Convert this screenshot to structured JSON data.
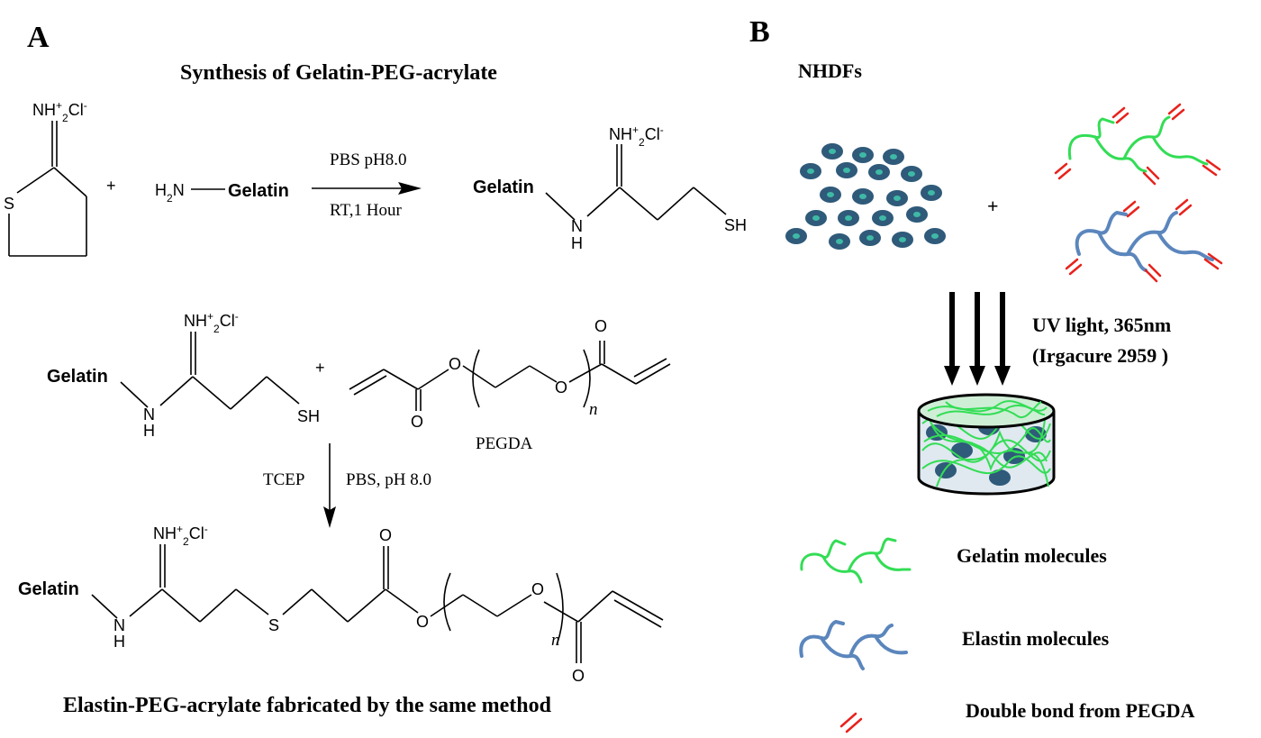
{
  "panel_a": {
    "label": "A",
    "title": "Synthesis of  Gelatin-PEG-acrylate",
    "reaction1": {
      "plus": "+",
      "condition_top": "PBS pH8.0",
      "condition_bottom": "RT,1 Hour",
      "reagent_prefix": "H",
      "reagent_sub": "2",
      "reagent_n": "N",
      "reagent_name": "Gelatin",
      "iminium_nh": "NH",
      "iminium_sup": "+",
      "iminium_sub": "2",
      "iminium_cl": "Cl",
      "iminium_minus": "-",
      "sulfur": "S",
      "product_gelatin": "Gelatin",
      "product_h": "H",
      "product_n": "N",
      "product_sh": "SH"
    },
    "reaction2": {
      "gelatin": "Gelatin",
      "nh": "N",
      "h": "H",
      "sh": "SH",
      "plus": "+",
      "o_ester": "O",
      "o_carbonyl": "O",
      "o_ether": "O",
      "o_right_carbonyl": "O",
      "n_subscript": "n",
      "pegda_label": "PEGDA",
      "condition_left": "TCEP",
      "condition_right": "PBS, pH 8.0"
    },
    "product": {
      "gelatin": "Gelatin",
      "n": "N",
      "h": "H",
      "s": "S",
      "o_carbonyl": "O",
      "o_ester": "O",
      "o_ether": "O",
      "o_bottom": "O",
      "n_subscript": "n"
    },
    "caption": "Elastin-PEG-acrylate  fabricated  by  the  same  method"
  },
  "panel_b": {
    "label": "B",
    "cells_label": "NHDFs",
    "plus": "+",
    "uv_line1": "UV light, 365nm",
    "uv_line2": "(Irgacure  2959 )",
    "legend": [
      {
        "label": "Gelatin molecules",
        "color": "#33dd55"
      },
      {
        "label": "Elastin molecules",
        "color": "#5b86bd"
      },
      {
        "label": "Double bond from PEGDA",
        "color": "#e8221c"
      }
    ]
  },
  "colors": {
    "gelatin_green": "#33dd55",
    "elastin_blue": "#5b86bd",
    "double_bond_red": "#e8221c",
    "cell_body": "#2f5a7a",
    "cell_nucleus": "#3fb9a6"
  }
}
